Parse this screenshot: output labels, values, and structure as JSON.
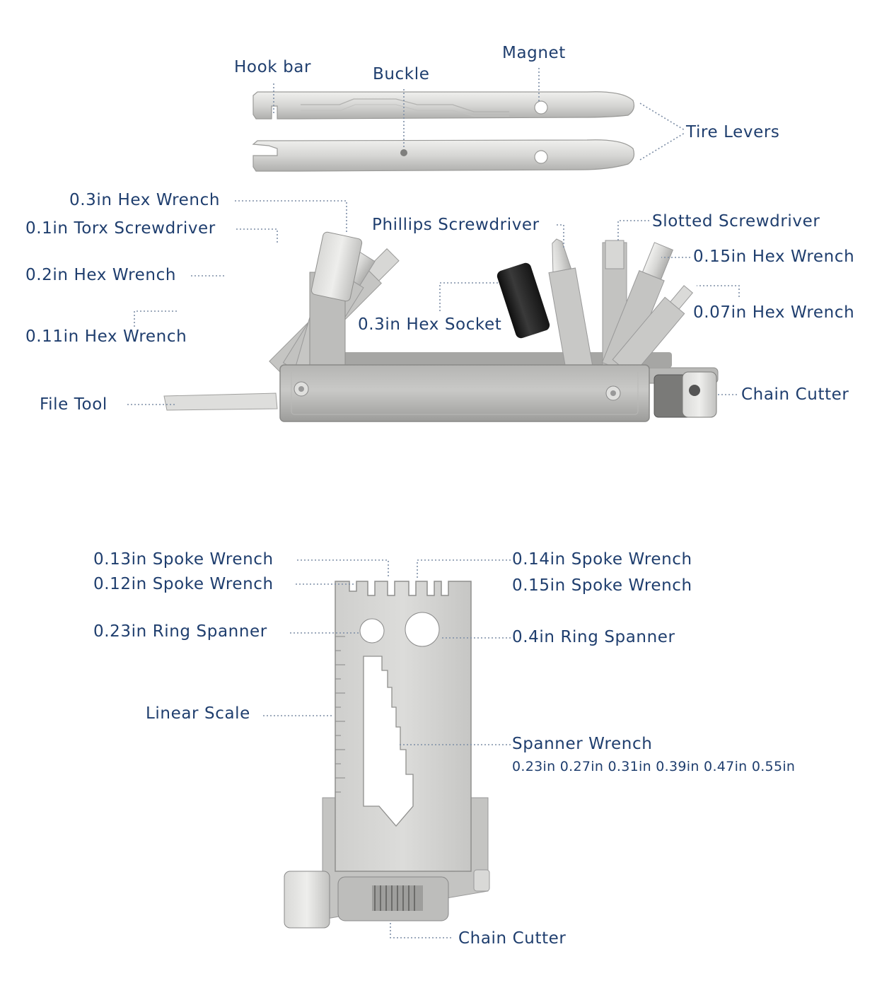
{
  "colors": {
    "label": "#1f3e6e",
    "leader": "#7d8ea6",
    "metal_light": "#e3e3e1",
    "metal_mid": "#c4c4c2",
    "metal_dark": "#8f8f8d",
    "black_socket": "#1b1b1b"
  },
  "top_section": {
    "tire_levers": {
      "hook_bar": "Hook bar",
      "buckle": "Buckle",
      "magnet": "Magnet",
      "tire_levers": "Tire Levers"
    },
    "folding_tool": {
      "hex_03": "0.3in Hex Wrench",
      "torx_01": "0.1in Torx Screwdriver",
      "hex_02": "0.2in Hex Wrench",
      "hex_011": "0.11in Hex Wrench",
      "file_tool": "File Tool",
      "phillips": "Phillips Screwdriver",
      "socket_03": "0.3in Hex Socket",
      "slotted": "Slotted Screwdriver",
      "hex_015": "0.15in Hex Wrench",
      "hex_007": "0.07in Hex Wrench",
      "chain_cutter": "Chain Cutter"
    }
  },
  "bottom_section": {
    "spoke_013": "0.13in  Spoke Wrench",
    "spoke_012": "0.12in  Spoke Wrench",
    "spoke_014": "0.14in  Spoke Wrench",
    "spoke_015": "0.15in  Spoke Wrench",
    "ring_023": "0.23in  Ring Spanner",
    "ring_04": "0.4in  Ring Spanner",
    "linear_scale": "Linear Scale",
    "spanner_wrench": "Spanner Wrench",
    "spanner_sizes": "0.23in 0.27in 0.31in 0.39in 0.47in 0.55in",
    "chain_cutter": "Chain Cutter"
  }
}
